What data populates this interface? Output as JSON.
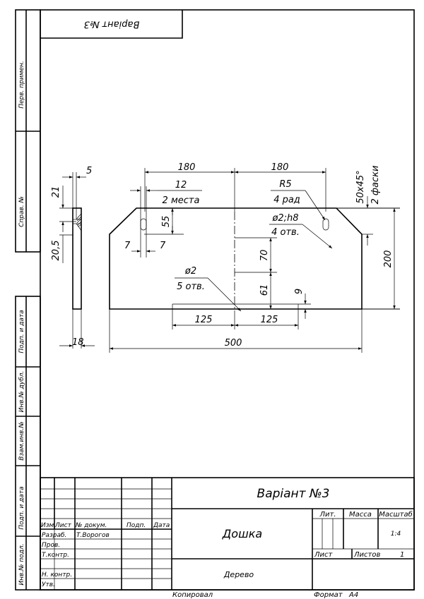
{
  "top_stamp": "Варіант №3",
  "side_labels": {
    "perv_primen": "Перв. примен.",
    "sprav_no": "Справ. №",
    "podp_data_1": "Подп. и дата",
    "inv_dubl": "Инв.№ дубл.",
    "vzam_inv": "Взам.инв.№",
    "podp_data_2": "Подп. и дата",
    "inv_podl": "Инв.№ подл."
  },
  "dimensions": {
    "d5": "5",
    "d21": "21",
    "d20_5": "20,5",
    "d18": "18",
    "d180_left": "180",
    "d180_right": "180",
    "d12": "12",
    "mesta": "2 места",
    "d55": "55",
    "d7_left": "7",
    "d7_right": "7",
    "r5": "R5",
    "rad4": "4 рад",
    "hole_h8": "ø2;h8",
    "otv4": "4 отв.",
    "d70": "70",
    "d61": "61",
    "hole2": "ø2",
    "otv5": "5 отв.",
    "d9": "9",
    "d125_left": "125",
    "d125_right": "125",
    "d500": "500",
    "d200": "200",
    "chamfer": "50x45°",
    "faski": "2 фаски"
  },
  "title_block": {
    "variant": "Варіант №3",
    "part_name": "Дошка",
    "material": "Дерево",
    "headers": {
      "izm": "Изм.",
      "list": "Лист",
      "ndokum": "№ докум.",
      "podp": "Подп.",
      "data": "Дата"
    },
    "rows": {
      "razrab": "Разраб.",
      "razrab_name": "Т.Ворогов",
      "prov": "Пров.",
      "tkontr": "Т.контр.",
      "nkontr": "Н. контр.",
      "utv": "Утв."
    },
    "lit": "Лит.",
    "massa": "Масса",
    "masshtab": "Масштаб",
    "scale_value": "1:4",
    "list_label": "Лист",
    "listov_label": "Листов",
    "listov_value": "1"
  },
  "footer": {
    "kopiroval": "Копировал",
    "format": "Формат",
    "format_value": "А4"
  }
}
